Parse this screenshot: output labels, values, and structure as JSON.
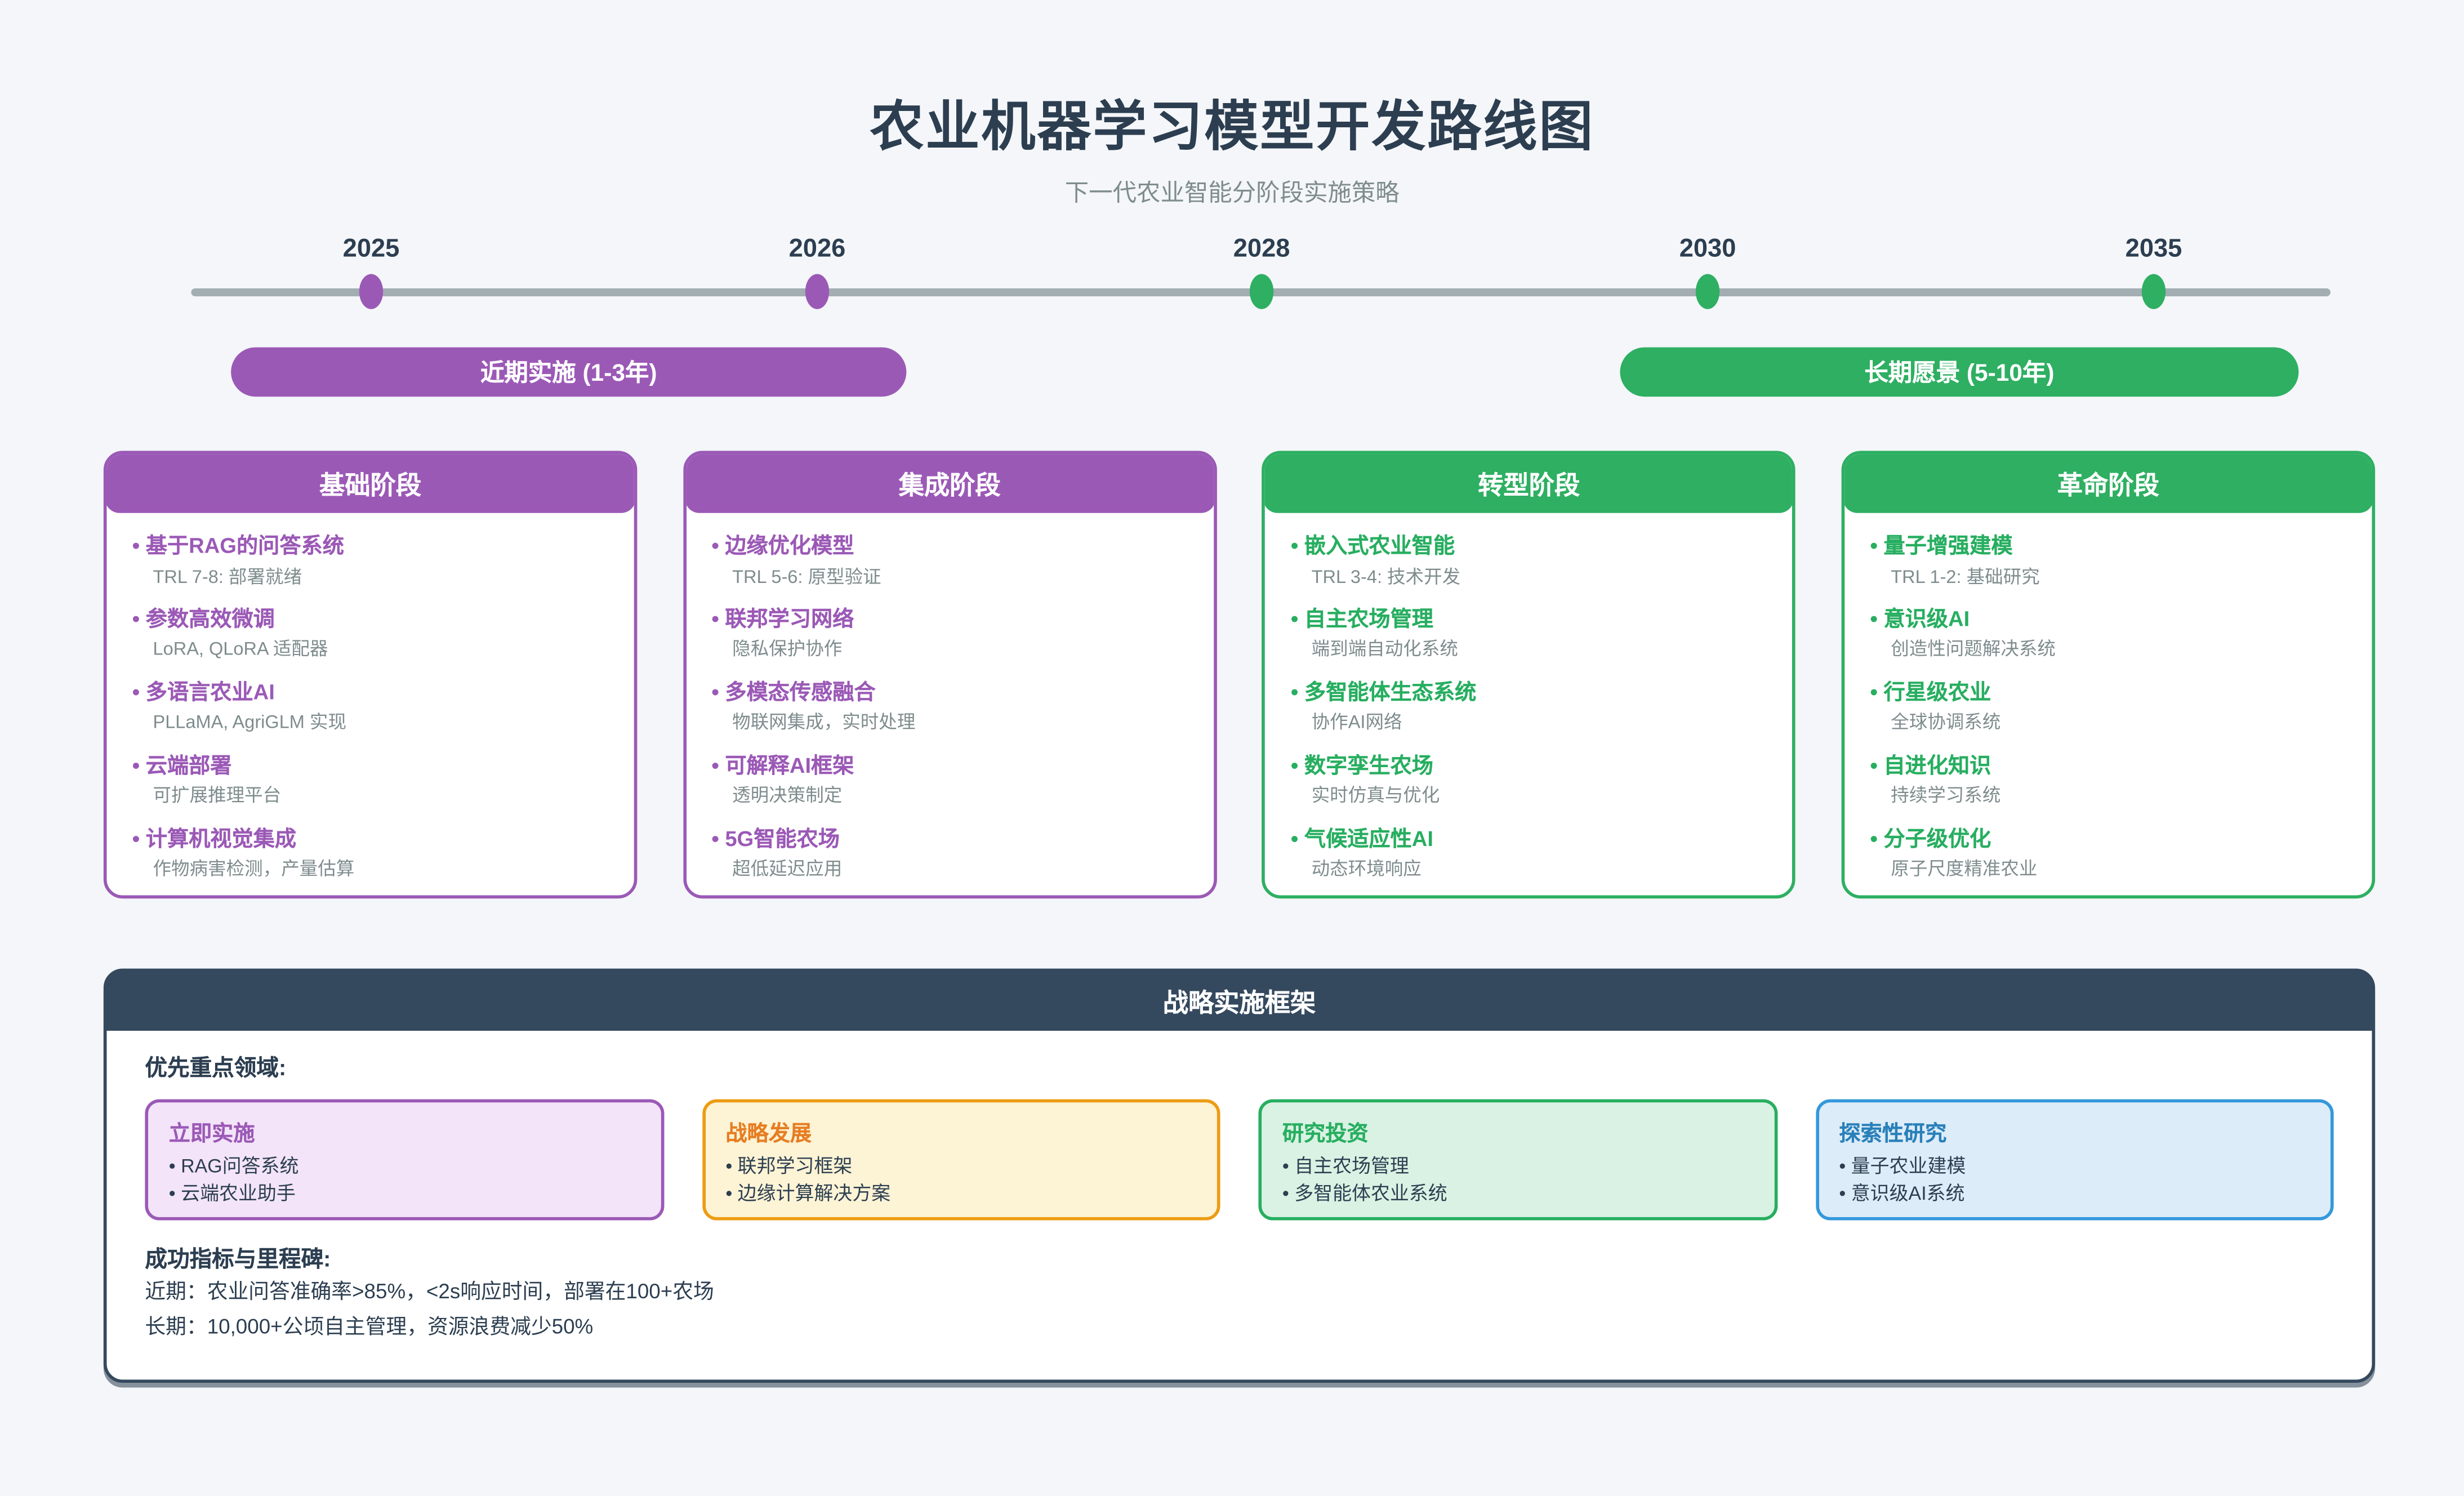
{
  "header": {
    "title": "农业机器学习模型开发路线图",
    "subtitle": "下一代农业智能分阶段实施策略"
  },
  "timeline": {
    "years": [
      {
        "label": "2025",
        "color": "purple"
      },
      {
        "label": "2026",
        "color": "purple"
      },
      {
        "label": "2028",
        "color": "green"
      },
      {
        "label": "2030",
        "color": "green"
      },
      {
        "label": "2035",
        "color": "green"
      }
    ]
  },
  "phase_banners": {
    "near_term": "近期实施 (1-3年)",
    "long_term": "长期愿景 (5-10年)"
  },
  "phases": [
    {
      "title": "基础阶段",
      "theme": "purple",
      "items": [
        {
          "title": "基于RAG的问答系统",
          "desc": "TRL 7-8: 部署就绪"
        },
        {
          "title": "参数高效微调",
          "desc": "LoRA, QLoRA 适配器"
        },
        {
          "title": "多语言农业AI",
          "desc": "PLLaMA, AgriGLM 实现"
        },
        {
          "title": "云端部署",
          "desc": "可扩展推理平台"
        },
        {
          "title": "计算机视觉集成",
          "desc": "作物病害检测，产量估算"
        }
      ]
    },
    {
      "title": "集成阶段",
      "theme": "purple",
      "items": [
        {
          "title": "边缘优化模型",
          "desc": "TRL 5-6: 原型验证"
        },
        {
          "title": "联邦学习网络",
          "desc": "隐私保护协作"
        },
        {
          "title": "多模态传感融合",
          "desc": "物联网集成，实时处理"
        },
        {
          "title": "可解释AI框架",
          "desc": "透明决策制定"
        },
        {
          "title": "5G智能农场",
          "desc": "超低延迟应用"
        }
      ]
    },
    {
      "title": "转型阶段",
      "theme": "green",
      "items": [
        {
          "title": "嵌入式农业智能",
          "desc": "TRL 3-4: 技术开发"
        },
        {
          "title": "自主农场管理",
          "desc": "端到端自动化系统"
        },
        {
          "title": "多智能体生态系统",
          "desc": "协作AI网络"
        },
        {
          "title": "数字孪生农场",
          "desc": "实时仿真与优化"
        },
        {
          "title": "气候适应性AI",
          "desc": "动态环境响应"
        }
      ]
    },
    {
      "title": "革命阶段",
      "theme": "green",
      "items": [
        {
          "title": "量子增强建模",
          "desc": "TRL 1-2: 基础研究"
        },
        {
          "title": "意识级AI",
          "desc": "创造性问题解决系统"
        },
        {
          "title": "行星级农业",
          "desc": "全球协调系统"
        },
        {
          "title": "自进化知识",
          "desc": "持续学习系统"
        },
        {
          "title": "分子级优化",
          "desc": "原子尺度精准农业"
        }
      ]
    }
  ],
  "framework": {
    "title": "战略实施框架",
    "priority_label": "优先重点领域:",
    "priorities": [
      {
        "title": "立即实施",
        "theme": "purple",
        "items": [
          "RAG问答系统",
          "云端农业助手"
        ]
      },
      {
        "title": "战略发展",
        "theme": "orange",
        "items": [
          "联邦学习框架",
          "边缘计算解决方案"
        ]
      },
      {
        "title": "研究投资",
        "theme": "green",
        "items": [
          "自主农场管理",
          "多智能体农业系统"
        ]
      },
      {
        "title": "探索性研究",
        "theme": "blue",
        "items": [
          "量子农业建模",
          "意识级AI系统"
        ]
      }
    ],
    "metrics_label": "成功指标与里程碑:",
    "metrics": [
      "近期：农业问答准确率>85%，<2s响应时间，部署在100+农场",
      "长期：10,000+公顷自主管理，资源浪费减少50%"
    ]
  },
  "colors": {
    "purple": "#9b59b6",
    "green": "#2eaf62",
    "green_text": "#27ae60",
    "navy": "#34495e",
    "orange": "#e67e22",
    "blue": "#2980b9",
    "timeline_gray": "#a3aeb3",
    "text_dark": "#2c3e50",
    "text_gray": "#7f8c8d",
    "background": "#f4f6f9"
  }
}
